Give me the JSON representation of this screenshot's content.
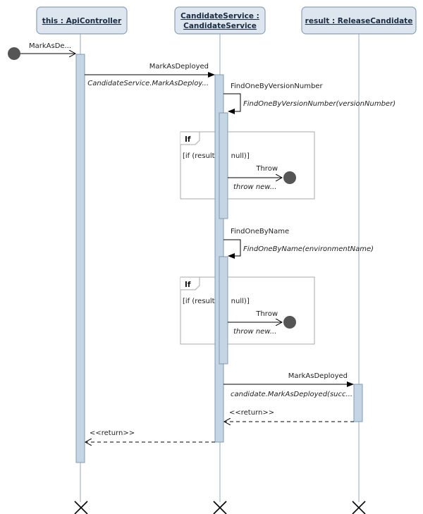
{
  "lifelines": [
    {
      "line1": "this : ApiController",
      "line2": ""
    },
    {
      "line1": "CandidateService :",
      "line2": "CandidateService"
    },
    {
      "line1": "result : ReleaseCandidate",
      "line2": ""
    }
  ],
  "messages": {
    "found": {
      "label": "MarkAsDe..."
    },
    "mark_deployed_call": {
      "label": "MarkAsDeployed",
      "detail": "CandidateService.MarkAsDeploy..."
    },
    "find_by_version": {
      "label": "FindOneByVersionNumber",
      "detail": "FindOneByVersionNumber(versionNumber)"
    },
    "find_by_name": {
      "label": "FindOneByName",
      "detail": "FindOneByName(environmentName)"
    },
    "candidate_mark": {
      "label": "MarkAsDeployed",
      "detail": "candidate.MarkAsDeployed(succ..."
    },
    "return_candidate": {
      "label": "<<return>>"
    },
    "return_service": {
      "label": "<<return>>"
    }
  },
  "fragments": [
    {
      "tag": "If",
      "guard": "[if (result == null)]",
      "message": "Throw",
      "detail": "throw new..."
    },
    {
      "tag": "If",
      "guard": "[if (result == null)]",
      "message": "Throw",
      "detail": "throw new..."
    }
  ],
  "colors": {
    "header_fill": "#dde6ef",
    "header_stroke": "#8aa0b6",
    "activation_fill": "#c5d5e4",
    "activation_stroke": "#7f9ab3",
    "lifeline": "#a9b8c6",
    "node": "#555555"
  }
}
